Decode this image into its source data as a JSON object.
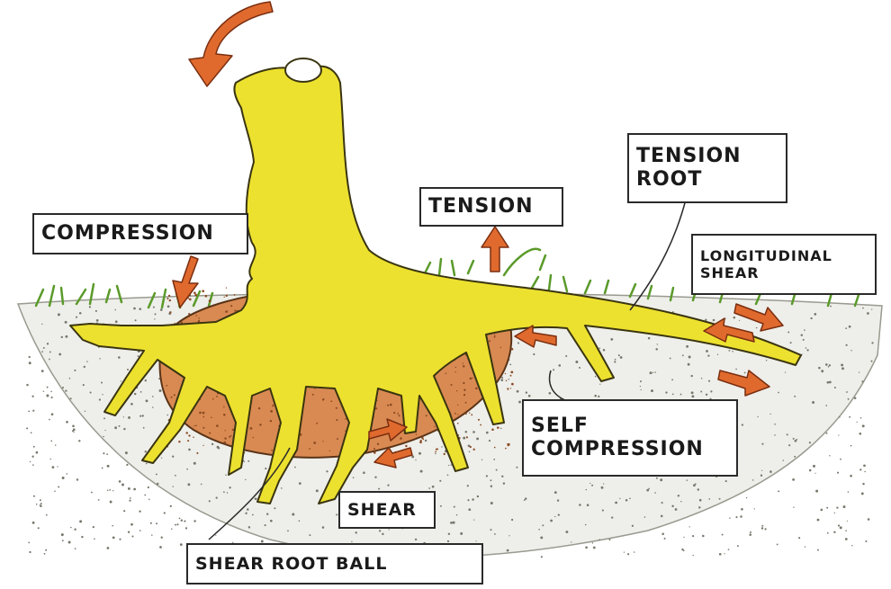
{
  "labels": {
    "compression": "COMPRESSION",
    "tension": "TENSION",
    "tension_root_line1": "TENSION",
    "tension_root_line2": "ROOT",
    "longitudinal_shear_line1": "LONGITUDINAL",
    "longitudinal_shear_line2": "SHEAR",
    "self_compression_line1": "SELF",
    "self_compression_line2": "COMPRESSION",
    "shear": "SHEAR",
    "shear_root_ball": "SHEAR ROOT BALL"
  },
  "colors": {
    "stump": "#ede12f",
    "stump_outline": "#3a3510",
    "root_ball": "#d98a52",
    "soil": "#eeeeea",
    "grass": "#5a9a2a",
    "arrow": "#e06a2e",
    "arrow_outline": "#7a2e10"
  }
}
